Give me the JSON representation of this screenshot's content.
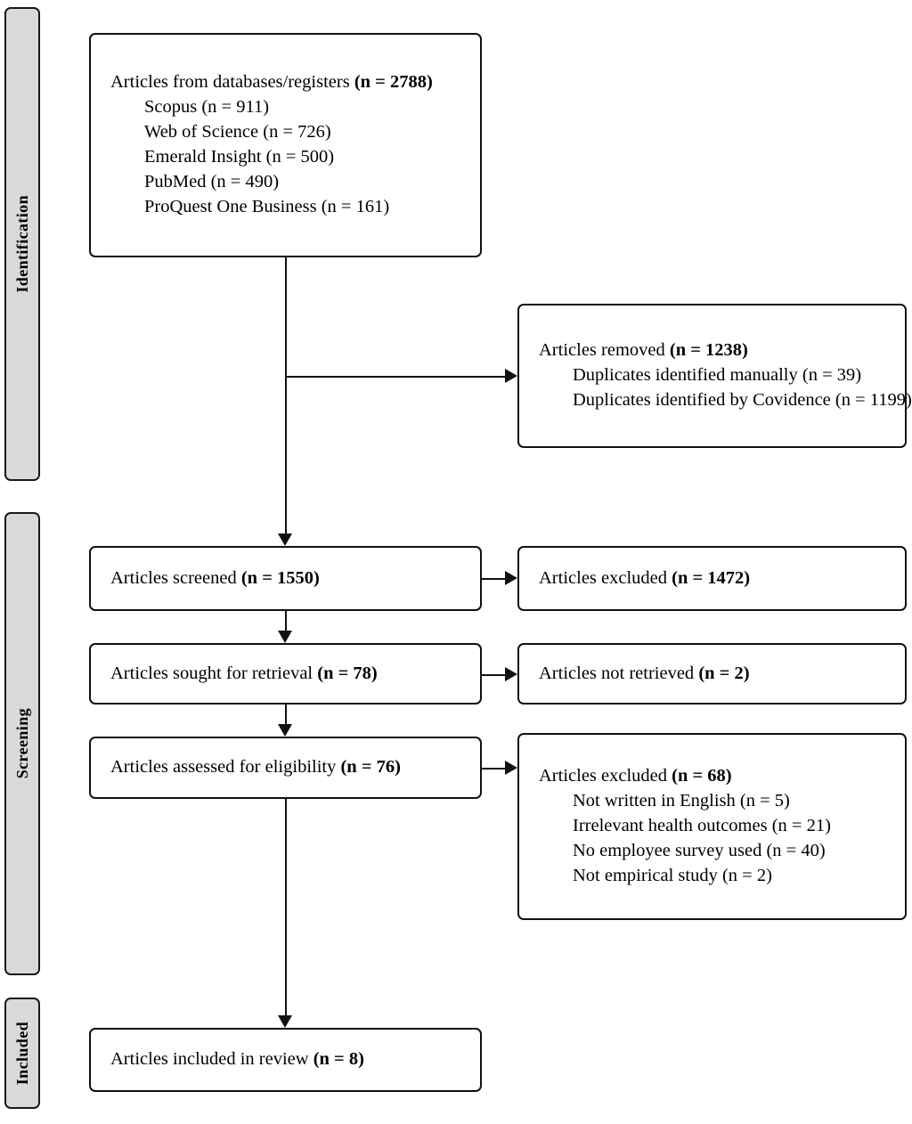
{
  "diagram": {
    "type": "prisma-flow-diagram",
    "stages": [
      {
        "id": "identification",
        "label": "Identification"
      },
      {
        "id": "screening",
        "label": "Screening"
      },
      {
        "id": "included",
        "label": "Included"
      }
    ],
    "boxes": {
      "sources": {
        "title_prefix": "Articles from databases/registers ",
        "title_count": "(n = 2788)",
        "items": [
          "Scopus (n = 911)",
          "Web of Science (n = 726)",
          "Emerald Insight (n = 500)",
          "PubMed (n = 490)",
          "ProQuest One Business (n = 161)"
        ]
      },
      "removed": {
        "title_prefix": "Articles removed ",
        "title_count": "(n = 1238)",
        "items": [
          "Duplicates identified manually (n = 39)",
          "Duplicates identified by Covidence (n = 1199)"
        ]
      },
      "screened": {
        "title_prefix": "Articles screened ",
        "title_count": "(n = 1550)",
        "items": []
      },
      "excluded_screening": {
        "title_prefix": "Articles excluded ",
        "title_count": "(n = 1472)",
        "items": []
      },
      "sought": {
        "title_prefix": "Articles sought for retrieval ",
        "title_count": "(n = 78)",
        "items": []
      },
      "not_retrieved": {
        "title_prefix": "Articles not retrieved ",
        "title_count": "(n = 2)",
        "items": []
      },
      "assessed": {
        "title_prefix": "Articles assessed for eligibility ",
        "title_count": "(n = 76)",
        "items": []
      },
      "excluded_eligibility": {
        "title_prefix": "Articles excluded ",
        "title_count": "(n = 68)",
        "items": [
          "Not written in English (n = 5)",
          "Irrelevant health outcomes (n = 21)",
          "No employee survey used (n = 40)",
          "Not empirical study (n = 2)"
        ]
      },
      "included": {
        "title_prefix": "Articles included in review ",
        "title_count": "(n = 8)",
        "items": []
      }
    },
    "colors": {
      "stage_bar_fill": "#d9d9d9",
      "stroke": "#111111",
      "box_fill": "#ffffff",
      "text": "#000000"
    }
  }
}
